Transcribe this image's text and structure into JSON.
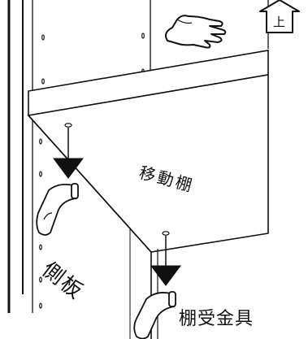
{
  "labels": {
    "up": "上",
    "shelf": "移動棚",
    "side_panel": "側板",
    "shelf_bracket": "棚受金具"
  },
  "icons": [
    "hand-icon",
    "up-arrow-icon",
    "down-arrow-icon",
    "shelf-bracket-icon"
  ],
  "colors": {
    "line": "#111111",
    "background": "#ffffff"
  }
}
